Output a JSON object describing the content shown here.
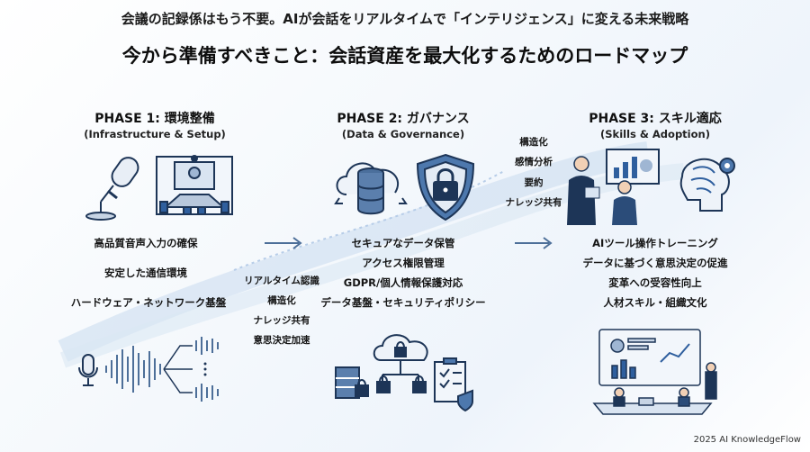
{
  "header": {
    "subtitle": "会議の記録係はもう不要。AIが会話をリアルタイムで「インテリジェンス」に変える未来戦略",
    "title": "今から準備すべきこと：会話資産を最大化するためのロードマップ"
  },
  "phases": [
    {
      "title": "PHASE 1: 環境整備",
      "subtitle": "(Infrastructure & Setup)",
      "items": [
        "高品質音声入力の確保",
        "安定した通信環境",
        "ハードウェア・ネットワーク基盤"
      ]
    },
    {
      "title": "PHASE 2: ガバナンス",
      "subtitle": "(Data & Governance)",
      "items": [
        "セキュアなデータ保管",
        "アクセス権限管理",
        "GDPR/個人情報保護対応",
        "データ基盤・セキュリティポリシー"
      ]
    },
    {
      "title": "PHASE 3: スキル適応",
      "subtitle": "(Skills & Adoption)",
      "items": [
        "AIツール操作トレーニング",
        "データに基づく意思決定の促進",
        "変革への受容性向上",
        "人材スキル・組織文化"
      ]
    }
  ],
  "flow_labels_left": [
    "リアルタイム認識",
    "構造化",
    "ナレッジ共有",
    "意思決定加速"
  ],
  "flow_labels_right": [
    "構造化",
    "感情分析",
    "要約",
    "ナレッジ共有"
  ],
  "footer": "2025 AI KnowledgeFlow",
  "colors": {
    "accent": "#2f5f9e",
    "line": "#1d3557",
    "flow": "#c7d9ee"
  }
}
